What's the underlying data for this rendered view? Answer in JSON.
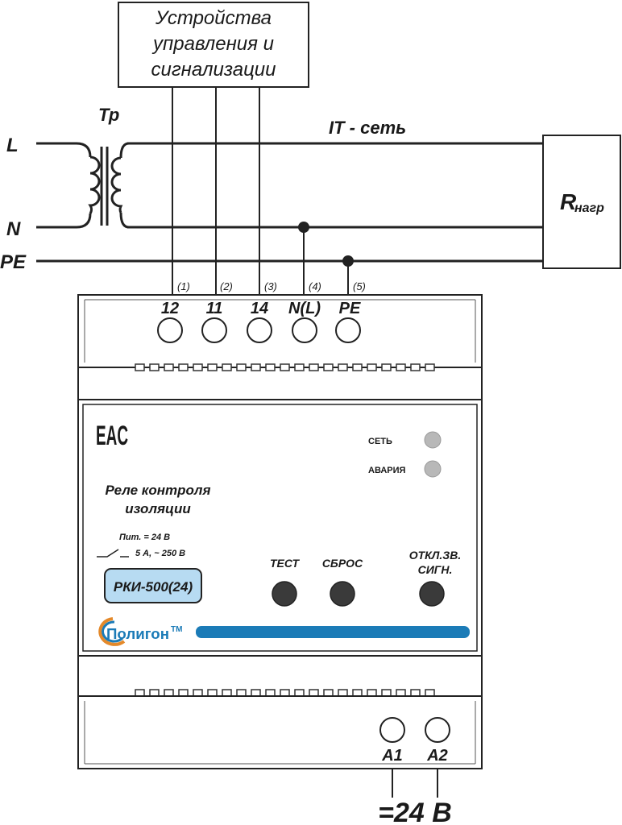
{
  "control_box": {
    "line1": "Устройства",
    "line2": "управления и",
    "line3": "сигнализации"
  },
  "transformer_label": "Тр",
  "network_label": "IT - сеть",
  "load_label_main": "R",
  "load_label_sub": "нагр",
  "lines": {
    "l": "L",
    "n": "N",
    "pe": "PE"
  },
  "terminal_numbers": [
    "(1)",
    "(2)",
    "(3)",
    "(4)",
    "(5)"
  ],
  "top_terminals": [
    "12",
    "11",
    "14",
    "N(L)",
    "PE"
  ],
  "bottom_terminals": [
    "A1",
    "A2"
  ],
  "supply_label": "=24 В",
  "device": {
    "eac_mark": "EAC",
    "indicator_power": "СЕТЬ",
    "indicator_alarm": "АВАРИЯ",
    "title_line1": "Реле контроля",
    "title_line2": "изоляции",
    "power_spec": "Пит.  =  24 В",
    "contact_spec": "5 А, ~ 250 В",
    "model": "РКИ-500(24)",
    "btn_test": "ТЕСТ",
    "btn_reset": "СБРОС",
    "btn_mute_line1": "ОТКЛ.ЗВ.",
    "btn_mute_line2": "СИГН.",
    "brand": "Полигон",
    "brand_tm": "TM",
    "colors": {
      "model_badge": "#b7dbf2",
      "brand_bar": "#1b7bb7",
      "indicator": "#b8b8b8",
      "button": "#3a3a3a"
    }
  }
}
